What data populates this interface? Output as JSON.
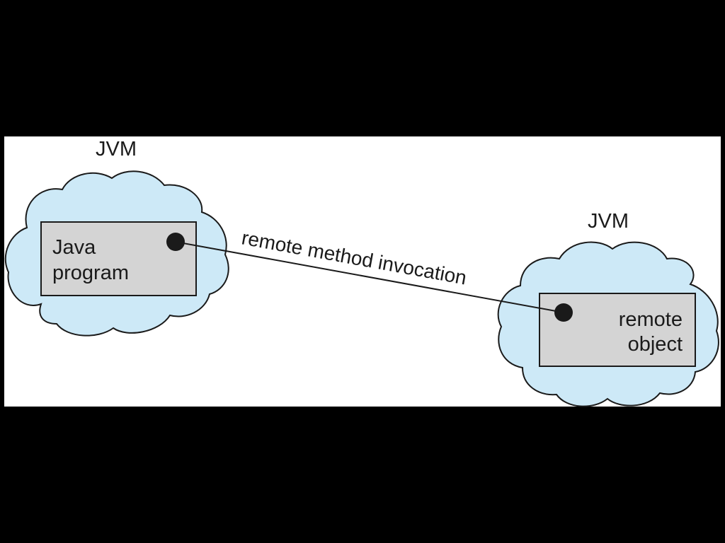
{
  "colors": {
    "frame_background": "#000000",
    "panel_background": "#ffffff",
    "cloud_fill": "#cde9f7",
    "box_fill": "#d4d4d4",
    "stroke": "#1a1a1a"
  },
  "diagram": {
    "left_cloud": {
      "label": "JVM",
      "box": {
        "lines": [
          "Java",
          "program"
        ]
      }
    },
    "right_cloud": {
      "label": "JVM",
      "box": {
        "lines": [
          "remote",
          "object"
        ]
      }
    },
    "connection": {
      "label": "remote method invocation"
    }
  }
}
